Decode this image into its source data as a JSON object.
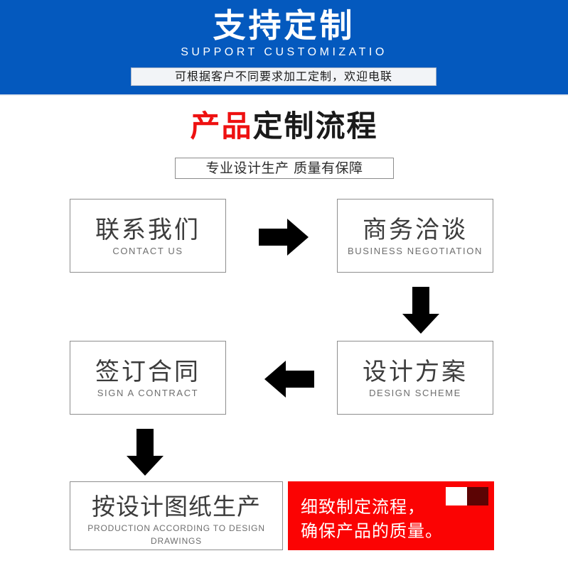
{
  "header": {
    "title": "支持定制",
    "subtitle": "SUPPORT CUSTOMIZATIO",
    "pill_text": "可根据客户不同要求加工定制，欢迎电联",
    "background_color": "#0459BE",
    "pill_background": "#f2f4f7"
  },
  "section": {
    "title_accent": "产品",
    "title_rest": "定制流程",
    "accent_color": "#ee1111",
    "subtitle": "专业设计生产 质量有保障"
  },
  "flow": {
    "steps": [
      {
        "id": "contact",
        "cn": "联系我们",
        "en": "CONTACT US"
      },
      {
        "id": "business",
        "cn": "商务洽谈",
        "en": "BUSINESS  NEGOTIATION"
      },
      {
        "id": "design",
        "cn": "设计方案",
        "en": "DESIGN  SCHEME"
      },
      {
        "id": "contract",
        "cn": "签订合同",
        "en": "SIGN A CONTRACT"
      },
      {
        "id": "production",
        "cn": "按设计图纸生产",
        "en": "PRODUCTION ACCORDING TO DESIGN DRAWINGS"
      }
    ],
    "arrows": [
      {
        "id": "arrow-right-1",
        "direction": "right"
      },
      {
        "id": "arrow-down-1",
        "direction": "down"
      },
      {
        "id": "arrow-left-1",
        "direction": "left"
      },
      {
        "id": "arrow-down-2",
        "direction": "down"
      }
    ]
  },
  "callout": {
    "line1": "细致制定流程，",
    "line2": "确保产品的质量。",
    "background_color": "#fb0303",
    "square_light_color": "#ffffff",
    "square_dark_color": "#5c0404"
  }
}
